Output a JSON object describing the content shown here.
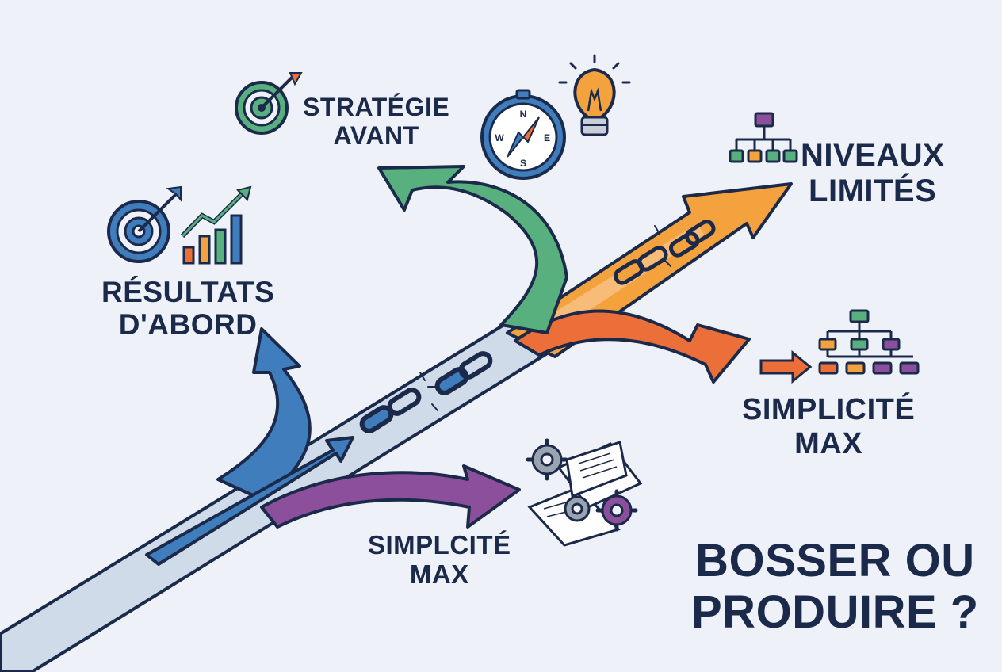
{
  "labels": {
    "resultats": {
      "line1": "RÉSULTATS",
      "line2": "D'ABORD"
    },
    "strategie": {
      "line1": "STRATÉGIE",
      "line2": "AVANT"
    },
    "niveaux": {
      "line1": "NIVEAUX",
      "line2": "LIMITÉS"
    },
    "simplicite_right": {
      "line1": "SIMPLICITÉ",
      "line2": "MAX"
    },
    "simplcite_bottom": {
      "line1": "SIMPLCITÉ",
      "line2": "MAX"
    }
  },
  "title": {
    "line1": "BOSSER OU",
    "line2": "PRODUIRE ?"
  },
  "compass": {
    "n": "N",
    "s": "S",
    "e": "E",
    "w": "W"
  },
  "colors": {
    "background": "#eef1f8",
    "road": "#cfdbe8",
    "outline": "#1b2a4a",
    "blue": "#3f7dbd",
    "green": "#58b07e",
    "orange": "#f4a23e",
    "red_orange": "#ec6f3a",
    "purple": "#8b4f9c"
  },
  "icons": [
    "target-icon",
    "bar-chart-icon",
    "compass-icon",
    "lightbulb-icon",
    "org-chart-icon",
    "gears-icon",
    "papers-icon",
    "broken-chain-icon"
  ]
}
